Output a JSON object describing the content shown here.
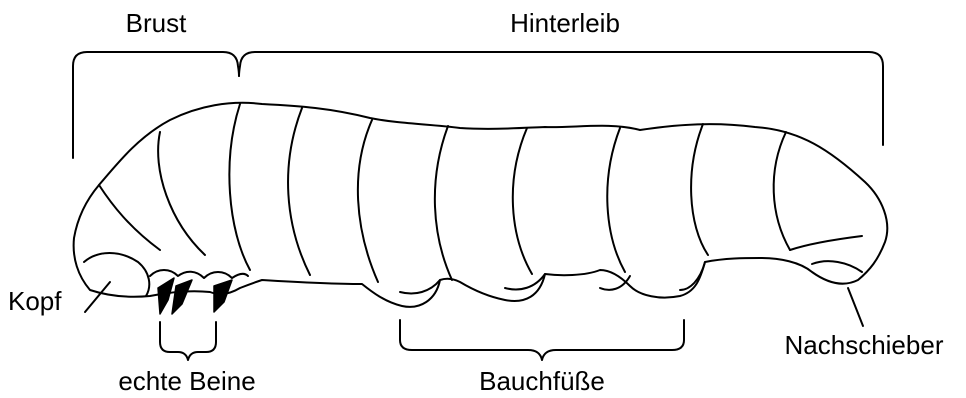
{
  "labels": {
    "brust": "Brust",
    "hinterleib": "Hinterleib",
    "kopf": "Kopf",
    "echte_beine": "echte Beine",
    "bauchfuesse": "Bauchfüße",
    "nachschieber": "Nachschieber"
  },
  "colors": {
    "line": "#000000",
    "background": "#ffffff"
  }
}
